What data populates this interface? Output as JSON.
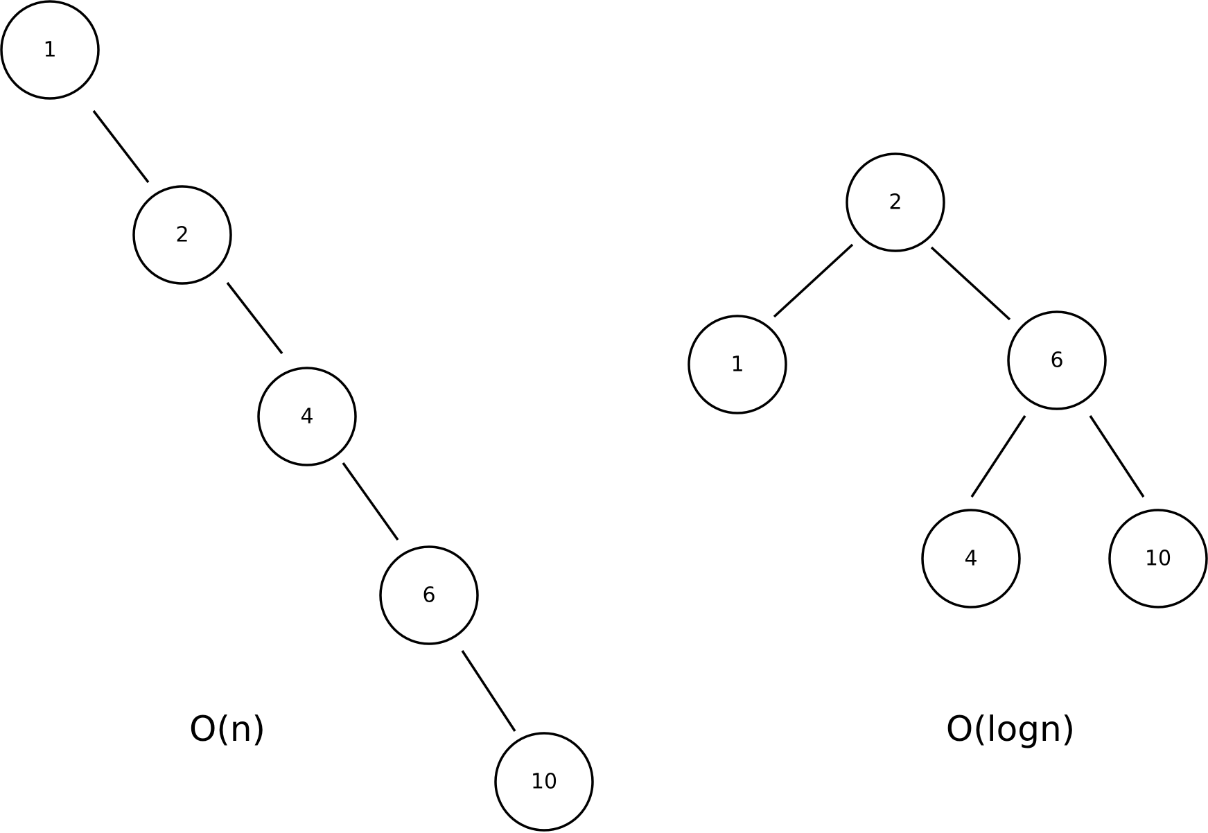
{
  "diagram": {
    "left_tree": {
      "caption": "O(n)",
      "nodes": [
        "1",
        "2",
        "4",
        "6",
        "10"
      ]
    },
    "right_tree": {
      "caption": "O(logn)",
      "nodes": [
        "2",
        "1",
        "6",
        "4",
        "10"
      ]
    }
  }
}
